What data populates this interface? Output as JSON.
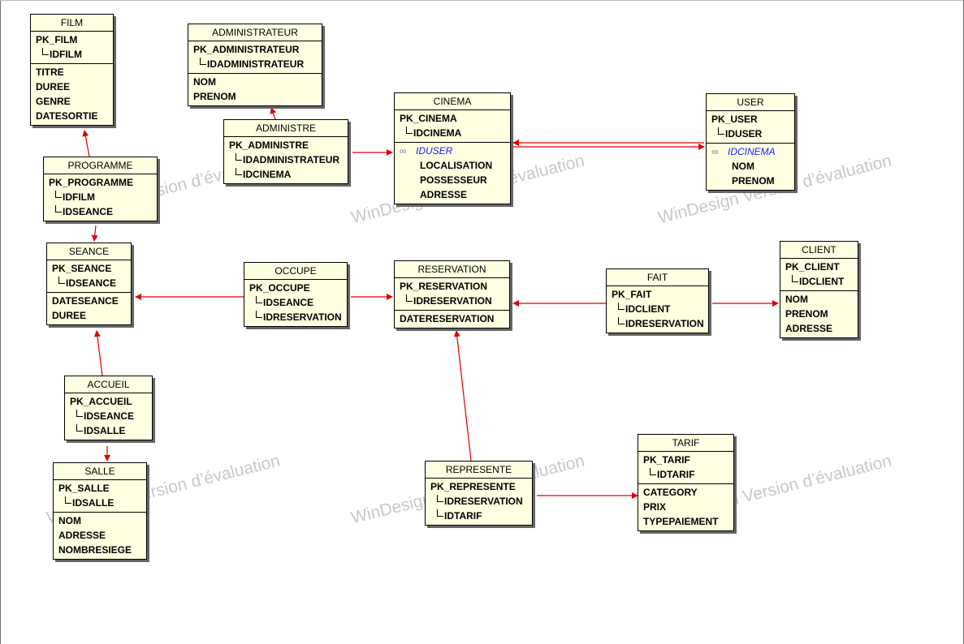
{
  "watermark": "WinDesign Version d’évaluation",
  "tables": {
    "film": {
      "name": "FILM",
      "pk": "PK_FILM",
      "keys": [
        "IDFILM"
      ],
      "fields": [
        "TITRE",
        "DUREE",
        "GENRE",
        "DATESORTIE"
      ]
    },
    "administrateur": {
      "name": "ADMINISTRATEUR",
      "pk": "PK_ADMINISTRATEUR",
      "keys": [
        "IDADMINISTRATEUR"
      ],
      "fields": [
        "NOM",
        "PRENOM"
      ]
    },
    "administre": {
      "name": "ADMINISTRE",
      "pk": "PK_ADMINISTRE",
      "keys": [
        "IDADMINISTRATEUR",
        "IDCINEMA"
      ]
    },
    "cinema": {
      "name": "CINEMA",
      "pk": "PK_CINEMA",
      "keys": [
        "IDCINEMA"
      ],
      "fk": "IDUSER",
      "fields": [
        "LOCALISATION",
        "POSSESSEUR",
        "ADRESSE"
      ]
    },
    "user": {
      "name": "USER",
      "pk": "PK_USER",
      "keys": [
        "IDUSER"
      ],
      "fk": "IDCINEMA",
      "fields": [
        "NOM",
        "PRENOM"
      ]
    },
    "programme": {
      "name": "PROGRAMME",
      "pk": "PK_PROGRAMME",
      "keys": [
        "IDFILM",
        "IDSEANCE"
      ]
    },
    "seance": {
      "name": "SEANCE",
      "pk": "PK_SEANCE",
      "keys": [
        "IDSEANCE"
      ],
      "fields": [
        "DATESEANCE",
        "DUREE"
      ]
    },
    "occupe": {
      "name": "OCCUPE",
      "pk": "PK_OCCUPE",
      "keys": [
        "IDSEANCE",
        "IDRESERVATION"
      ]
    },
    "reservation": {
      "name": "RESERVATION",
      "pk": "PK_RESERVATION",
      "keys": [
        "IDRESERVATION"
      ],
      "fields": [
        "DATERESERVATION"
      ]
    },
    "fait": {
      "name": "FAIT",
      "pk": "PK_FAIT",
      "keys": [
        "IDCLIENT",
        "IDRESERVATION"
      ]
    },
    "client": {
      "name": "CLIENT",
      "pk": "PK_CLIENT",
      "keys": [
        "IDCLIENT"
      ],
      "fields": [
        "NOM",
        "PRENOM",
        "ADRESSE"
      ]
    },
    "accueil": {
      "name": "ACCUEIL",
      "pk": "PK_ACCUEIL",
      "keys": [
        "IDSEANCE",
        "IDSALLE"
      ]
    },
    "salle": {
      "name": "SALLE",
      "pk": "PK_SALLE",
      "keys": [
        "IDSALLE"
      ],
      "fields": [
        "NOM",
        "ADRESSE",
        "NOMBRESIEGE"
      ]
    },
    "represente": {
      "name": "REPRESENTE",
      "pk": "PK_REPRESENTE",
      "keys": [
        "IDRESERVATION",
        "IDTARIF"
      ]
    },
    "tarif": {
      "name": "TARIF",
      "pk": "PK_TARIF",
      "keys": [
        "IDTARIF"
      ],
      "fields": [
        "CATEGORY",
        "PRIX",
        "TYPEPAIEMENT"
      ]
    }
  },
  "colors": {
    "table_fill": "#ffffe1",
    "link": "#e00000",
    "fk_text": "#1a1aff",
    "watermark": "#c8c8c8"
  }
}
